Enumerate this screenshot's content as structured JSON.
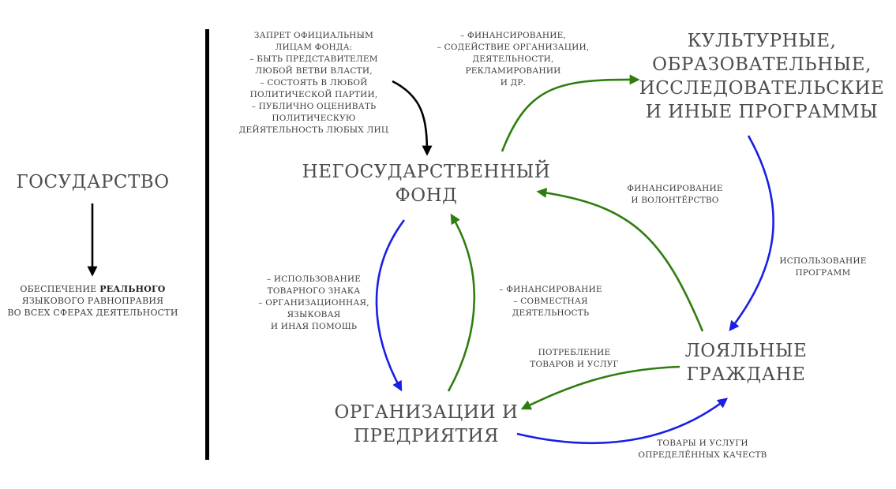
{
  "nodes": {
    "state": "ГОСУДАРСТВО",
    "fund": "НЕГОСУДАРСТВЕННЫЙ\nФОНД",
    "programs": "КУЛЬТУРНЫЕ,\nОБРАЗОВАТЕЛЬНЫЕ,\nИССЛЕДОВАТЕЛЬСКИЕ\nИ ИНЫЕ ПРОГРАММЫ",
    "citizens": "ЛОЯЛЬНЫЕ\nГРАЖДАНЕ",
    "orgs": "ОРГАНИЗАЦИИ И\nПРЕДРИЯТИЯ"
  },
  "state_note": {
    "line1_prefix": "ОБЕСПЕЧЕНИЕ ",
    "line1_bold": "РЕАЛЬНОГО",
    "rest": "ЯЗЫКОВОГО РАВНОПРАВИЯ\nВО ВСЕХ СФЕРАХ ДЕЯТЕЛЬНОСТИ"
  },
  "edge_labels": {
    "prohibition": "ЗАПРЕТ ОФИЦИАЛЬНЫМ\nЛИЦАМ ФОНДА:\n– БЫТЬ ПРЕДСТАВИТЕЛЕМ\nЛЮБОЙ ВЕТВИ ВЛАСТИ,\n– СОСТОЯТЬ В ЛЮБОЙ\nПОЛИТИЧЕСКОЙ ПАРТИИ,\n– ПУБЛИЧНО ОЦЕНИВАТЬ\nПОЛИТИЧЕСКУЮ\nДЕЙЯТЕЛЬНОСТЬ ЛЮБЫХ ЛИЦ",
    "fund_to_programs": "– ФИНАНСИРОВАНИЕ,\n– СОДЕЙСТВИЕ ОРГАНИЗАЦИИ,\nДЕЯТЕЛЬНОСТИ,\nРЕКЛАМИРОВАНИИ\nИ ДР.",
    "citizens_to_fund": "ФИНАНСИРОВАНИЕ\nИ ВОЛОНТЁРСТВО",
    "programs_to_citizens": "ИСПОЛЬЗОВАНИЕ\nПРОГРАММ",
    "fund_to_orgs": "– ИСПОЛЬЗОВАНИЕ\nТОВАРНОГО ЗНАКА\n– ОРГАНИЗАЦИОННАЯ,\nЯЗЫКОВАЯ\nИ ИНАЯ ПОМОЩЬ",
    "orgs_to_fund": "– ФИНАНСИРОВАНИЕ\n– СОВМЕСТНАЯ\nДЕЯТЕЛЬНОСТЬ",
    "citizens_to_orgs": "ПОТРЕБЛЕНИЕ\nТОВАРОВ И УСЛУГ",
    "orgs_to_citizens": "ТОВАРЫ И УСЛУГИ\nОПРЕДЕЛЁННЫХ КАЧЕСТВ"
  },
  "colors": {
    "black": "#000000",
    "green": "#2e7d0f",
    "blue": "#1a1ee6",
    "text": "#4a4a4a"
  }
}
